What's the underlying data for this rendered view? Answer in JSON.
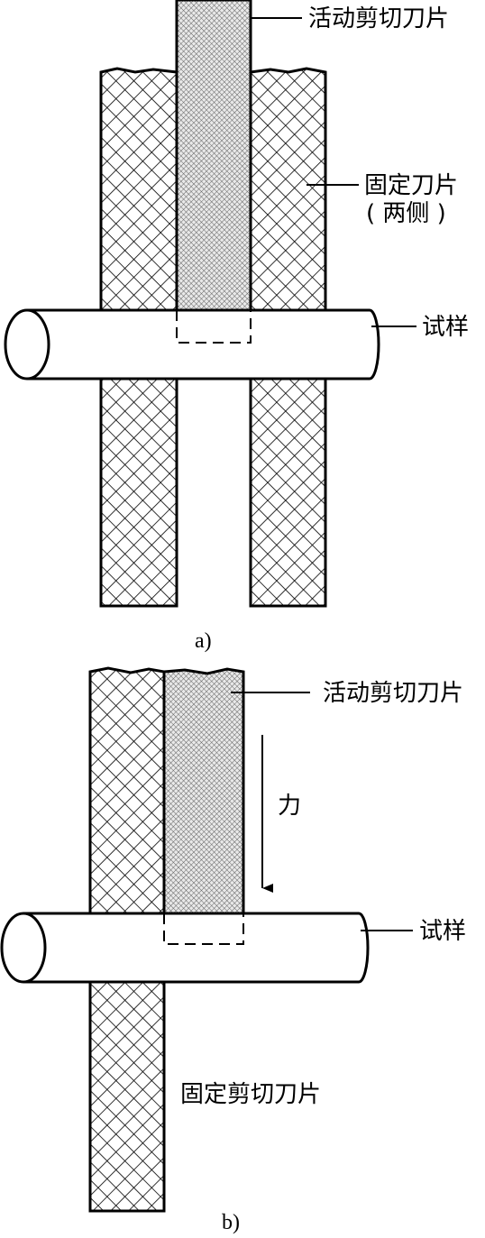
{
  "figure_a": {
    "caption": "a)",
    "labels": {
      "moving_blade": "活动剪切刀片",
      "fixed_blade": "固定刀片",
      "fixed_blade_note": "( 两侧 )",
      "specimen": "试样"
    }
  },
  "figure_b": {
    "caption": "b)",
    "labels": {
      "moving_blade": "活动剪切刀片",
      "force": "力",
      "specimen": "试样",
      "fixed_blade": "固定剪切刀片"
    }
  },
  "colors": {
    "ink": "#000000",
    "paper": "#ffffff",
    "fine_hatch": "#555555"
  }
}
